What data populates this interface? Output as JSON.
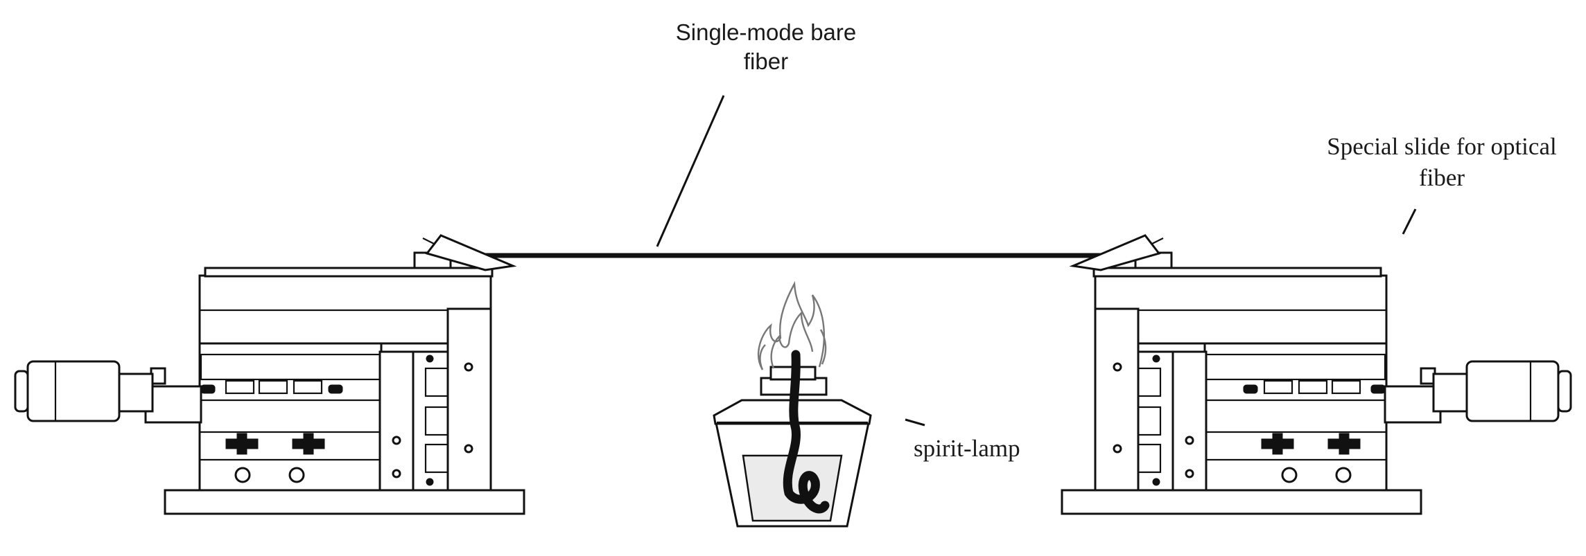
{
  "labels": {
    "fiber": [
      "Single-mode bare",
      "fiber"
    ],
    "slide": [
      "Special slide for optical",
      "fiber"
    ],
    "lamp": "spirit-lamp"
  },
  "colors": {
    "stroke": "#111111",
    "background": "#ffffff",
    "lamp_body_fill": "#ebebeb",
    "flame_stroke": "#777777"
  },
  "icons": [
    "translation-stage-left",
    "translation-stage-right",
    "bare-fiber",
    "spirit-lamp-icon",
    "flame-icon",
    "wick-icon"
  ]
}
